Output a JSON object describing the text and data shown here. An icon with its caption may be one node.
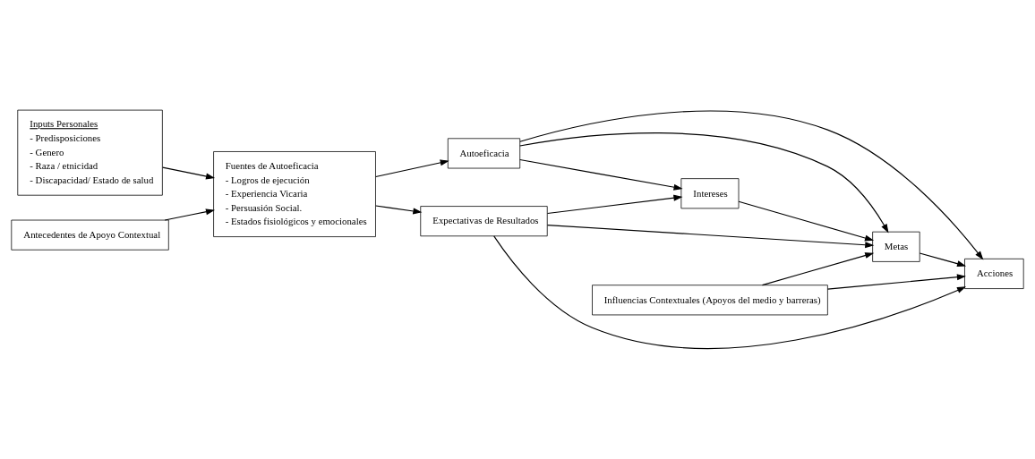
{
  "diagram": {
    "nodes": [
      {
        "text": [
          "Inputs Personales",
          "- Predisposiciones",
          "- Genero",
          "- Raza / etnicidad",
          "- Discapacidad/ Estado de salud"
        ]
      },
      {
        "text": [
          "Antecedentes de Apoyo Contextual"
        ]
      },
      {
        "text": [
          "Fuentes de Autoeficacia",
          "- Logros de ejecución",
          "- Experiencia Vicaria",
          "- Persuasión Social.",
          "- Estados fisiológicos y emocionales"
        ]
      },
      {
        "text": [
          "Autoeficacia"
        ]
      },
      {
        "text": [
          "Expectativas de Resultados"
        ]
      },
      {
        "text": [
          "Intereses"
        ]
      },
      {
        "text": [
          "Metas"
        ]
      },
      {
        "text": [
          "Acciones"
        ]
      },
      {
        "text": [
          "Influencias Contextuales (Apoyos del medio y barreras)"
        ]
      }
    ],
    "edges": [
      {
        "from": 0,
        "to": 2,
        "arrow": "to"
      },
      {
        "from": 1,
        "to": 2,
        "arrow": "to"
      },
      {
        "from": 2,
        "to": 3,
        "arrow": "to"
      },
      {
        "from": 2,
        "to": 4,
        "arrow": "to"
      },
      {
        "from": 3,
        "to": 5,
        "arrow": "to"
      },
      {
        "from": 3,
        "to": 6,
        "arrow": "to"
      },
      {
        "from": 3,
        "to": 7,
        "arrow": "to"
      },
      {
        "from": 4,
        "to": 5,
        "arrow": "to"
      },
      {
        "from": 4,
        "to": 6,
        "arrow": "to"
      },
      {
        "from": 4,
        "to": 7,
        "arrow": "to"
      },
      {
        "from": 5,
        "to": 6,
        "arrow": "to"
      },
      {
        "from": 6,
        "to": 7,
        "arrow": "to"
      },
      {
        "from": 8,
        "to": 6,
        "arrow": "to"
      },
      {
        "from": 8,
        "to": 7,
        "arrow": "to"
      }
    ]
  }
}
